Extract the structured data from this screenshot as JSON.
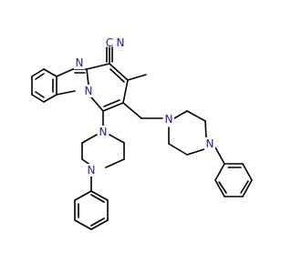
{
  "molecule": {
    "atoms": {
      "ring_nitrogen_imidazole": "N",
      "ring_nitrogen_bridge": "N",
      "nitrile_nitrogen": "N",
      "left_piperazine_n_top": "N",
      "left_piperazine_n_bottom": "N",
      "right_piperazine_n_left": "N",
      "right_piperazine_n_right": "N",
      "nitrile_carbon": "C"
    },
    "colors": {
      "bond": "#000000",
      "heteroatom": "#1f1f9e",
      "background": "#ffffff"
    }
  }
}
